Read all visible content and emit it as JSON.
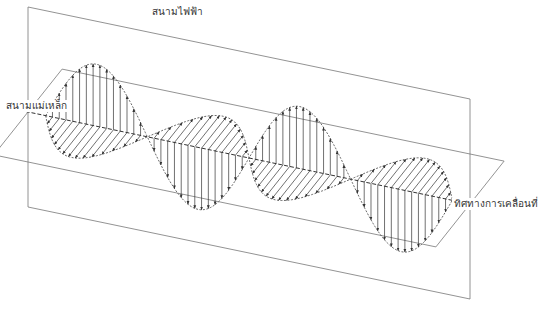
{
  "diagram": {
    "labels": [
      "สนามไฟฟ้า",
      "สนามแม่เหล็ก",
      "ทิศทางการเคลื่อนที่"
    ]
  }
}
